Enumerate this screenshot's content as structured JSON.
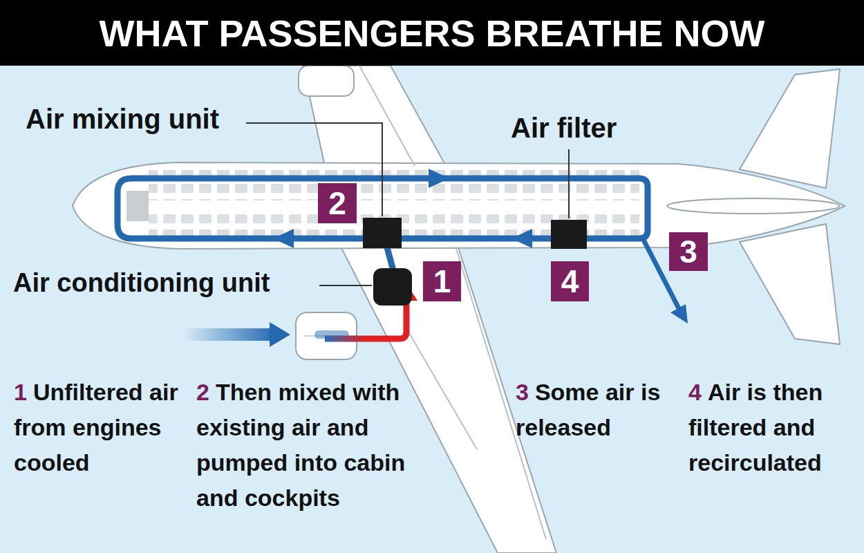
{
  "diagram": {
    "title": "WHAT PASSENGERS BREATHE NOW",
    "nodes": [
      {
        "text": [
          "2"
        ]
      },
      {
        "text": [
          "3"
        ]
      },
      {
        "text": [
          "1"
        ]
      },
      {
        "text": [
          "4"
        ]
      }
    ],
    "labels": [
      "Air mixing unit",
      "Air filter",
      "Air conditioning unit",
      "1",
      "Unfiltered air from engines cooled",
      "2",
      "Then mixed with existing air and pumped into cabin and cockpits",
      "3",
      "Some air is released",
      "4",
      "Air is then filtered and recirculated"
    ]
  }
}
